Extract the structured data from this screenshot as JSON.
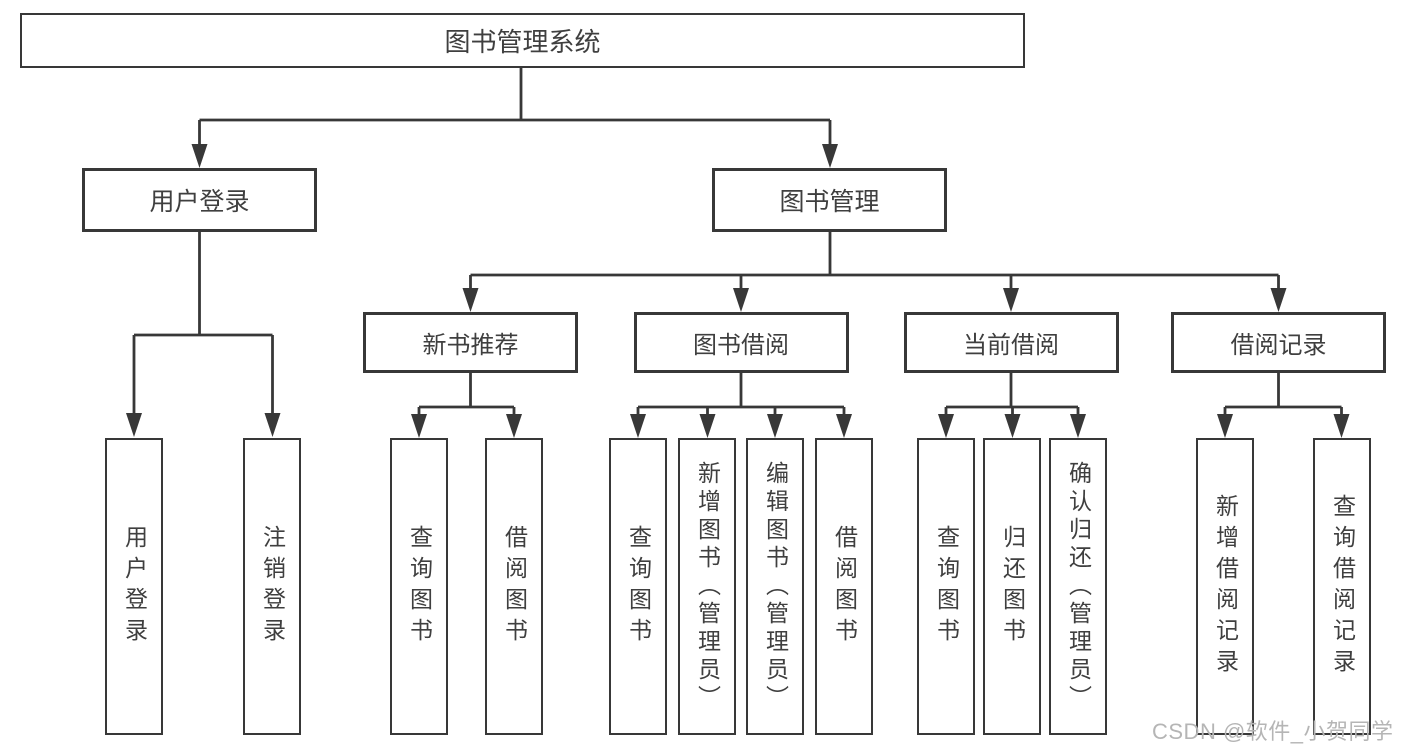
{
  "tree": {
    "root": "图书管理系统",
    "children": [
      {
        "label": "用户登录",
        "children": [
          {
            "label": "用户登录"
          },
          {
            "label": "注销登录"
          }
        ]
      },
      {
        "label": "图书管理",
        "children": [
          {
            "label": "新书推荐",
            "children": [
              {
                "label": "查询图书"
              },
              {
                "label": "借阅图书"
              }
            ]
          },
          {
            "label": "图书借阅",
            "children": [
              {
                "label": "查询图书"
              },
              {
                "label": "新增图书（管理员）"
              },
              {
                "label": "编辑图书（管理员）"
              },
              {
                "label": "借阅图书"
              }
            ]
          },
          {
            "label": "当前借阅",
            "children": [
              {
                "label": "查询图书"
              },
              {
                "label": "归还图书"
              },
              {
                "label": "确认归还（管理员）"
              }
            ]
          },
          {
            "label": "借阅记录",
            "children": [
              {
                "label": "新增借阅记录"
              },
              {
                "label": "查询借阅记录"
              }
            ]
          }
        ]
      }
    ]
  },
  "watermark": "CSDN @软件_小贺同学",
  "colors": {
    "line": "#383838",
    "text": "#3f3f3f",
    "watermark": "#b5b5b5",
    "background": "#ffffff"
  }
}
